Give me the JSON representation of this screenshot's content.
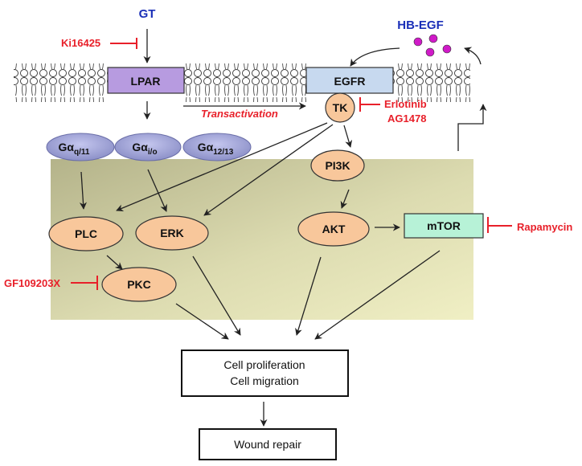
{
  "ligands": {
    "gt": "GT",
    "hbegf": "HB-EGF"
  },
  "receptors": {
    "lpar": "LPAR",
    "egfr": "EGFR"
  },
  "g_proteins": [
    {
      "main": "Gα",
      "sub": "q/11"
    },
    {
      "main": "Gα",
      "sub": "i/o"
    },
    {
      "main": "Gα",
      "sub": "12/13"
    }
  ],
  "nodes": {
    "tk": "TK",
    "pi3k": "PI3K",
    "plc": "PLC",
    "erk": "ERK",
    "pkc": "PKC",
    "akt": "AKT",
    "mtor": "mTOR"
  },
  "inhibitors": {
    "ki16425": "Ki16425",
    "erlotinib": "Erlotinib",
    "ag1478": "AG1478",
    "gf109203x": "GF109203X",
    "rapamycin": "Rapamycin"
  },
  "annotations": {
    "transactivation": "Transactivation"
  },
  "outcomes": {
    "line1": "Cell proliferation",
    "line2": "Cell migration",
    "wound": "Wound repair"
  },
  "colors": {
    "inhibitor": "#e8202a",
    "ligand_text": "#1a2fb8",
    "hbegf_dots": "#d01ac8",
    "lpar_fill": "#b79be0",
    "egfr_fill": "#c7d9ef",
    "node_fill": "#f8c79b",
    "g_protein_fill": "#a9acd9",
    "mtor_fill": "#b7f2d7",
    "cytoplasm_fill": "#d8d6a8"
  }
}
